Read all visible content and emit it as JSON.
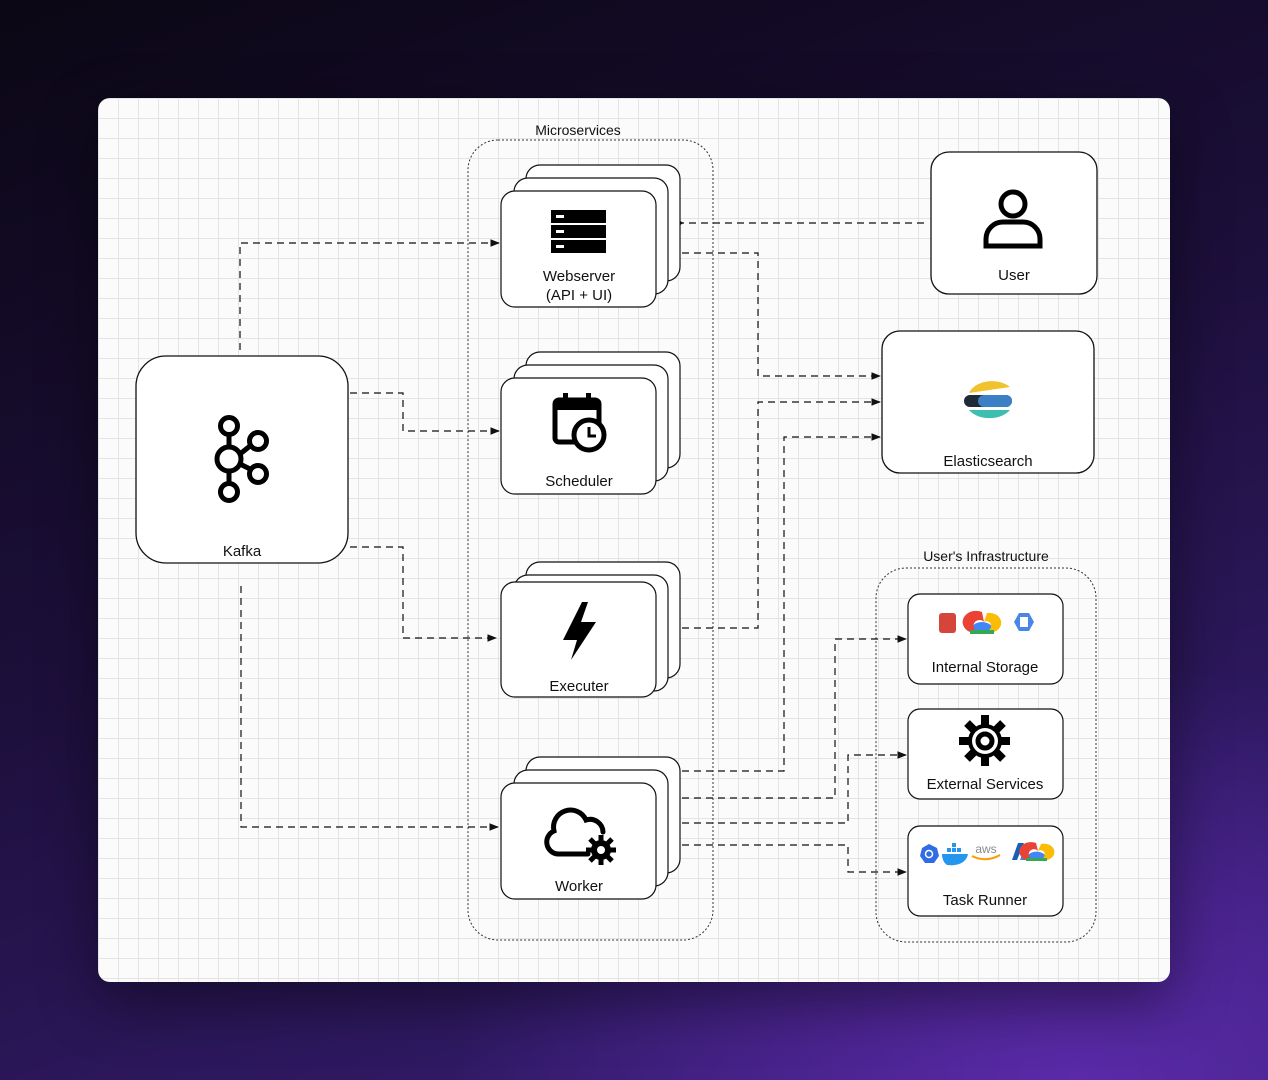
{
  "groups": {
    "microservices": "Microservices",
    "users_infrastructure": "User's Infrastructure"
  },
  "nodes": {
    "kafka": "Kafka",
    "webserver_line1": "Webserver",
    "webserver_line2": "(API + UI)",
    "scheduler": "Scheduler",
    "executer": "Executer",
    "worker": "Worker",
    "user": "User",
    "elasticsearch": "Elasticsearch",
    "internal_storage": "Internal Storage",
    "external_services": "External Services",
    "task_runner": "Task Runner"
  },
  "icons": {
    "kafka": "kafka-icon",
    "webserver": "server-icon",
    "scheduler": "calendar-clock-icon",
    "executer": "lightning-icon",
    "worker": "cloud-gear-icon",
    "user": "user-icon",
    "elasticsearch": "elasticsearch-icon",
    "internal_storage": [
      "s3-icon",
      "gcp-icon",
      "azure-storage-icon"
    ],
    "external_services": "gear-icon",
    "task_runner": [
      "kubernetes-icon",
      "docker-icon",
      "aws-icon",
      "azure-icon",
      "gcp-icon"
    ]
  },
  "aws_logo_text": "aws",
  "colors": {
    "background_top": "#0b0714",
    "background_bottom": "#5a2aa8",
    "canvas": "#fbfbfb",
    "stroke": "#222222",
    "elastic_yellow": "#f2c12e",
    "elastic_teal": "#3ebeb0",
    "elastic_dark": "#1e2a36"
  }
}
